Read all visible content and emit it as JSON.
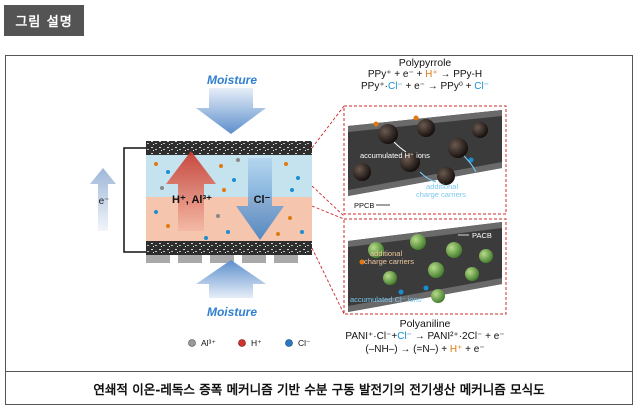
{
  "header": {
    "tag": "그림 설명"
  },
  "caption": "연쇄적 이온-레독스 증폭 메커니즘 기반 수분 구동 발전기의 전기생산 메커니즘 모식도",
  "diagram": {
    "moisture_top": "Moisture",
    "moisture_bottom": "Moisture",
    "electron_label": "e⁻",
    "cation_label": "H⁺, Al³⁺",
    "anion_label": "Cl⁻",
    "legend": {
      "al": "Al³⁺",
      "h": "H⁺",
      "cl": "Cl⁻"
    },
    "polypyrrole": {
      "title": "Polypyrrole",
      "eq1": {
        "pre": "PPy⁺ + e⁻ + ",
        "ion": "H⁺",
        "post": " → PPy-H"
      },
      "eq2": {
        "pre": "PPy⁺·",
        "ion1": "Cl⁻",
        "mid": " + e⁻ → PPy⁰ + ",
        "ion2": "Cl⁻"
      },
      "accumulated": "accumulated H⁺ ions",
      "additional_l1": "additional",
      "additional_l2": "charge carriers",
      "ppcb": "PPCB"
    },
    "polyaniline": {
      "title": "Polyaniline",
      "eq1": {
        "pre": "PANI⁺·Cl⁻+",
        "ion": "Cl⁻",
        "post": " → PANI²⁺·2Cl⁻ + e⁻"
      },
      "eq2": {
        "pre": "(–NH–) → (=N–) + ",
        "ion": "H⁺",
        "post": " + e⁻"
      },
      "additional_l1": "additional",
      "additional_l2": "charge carriers",
      "accumulated": "accumulated Cl⁻ ions",
      "pacb": "PACB"
    }
  },
  "colors": {
    "header_bg": "#545454",
    "moisture": "#2f7fd0",
    "h_ion": "#e07a10",
    "cl_ion": "#1a8ed0",
    "inset_border": "#cc2a2a"
  }
}
